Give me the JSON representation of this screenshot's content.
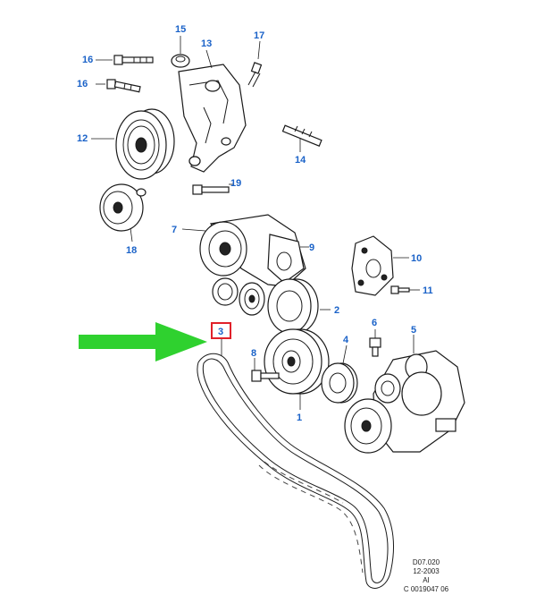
{
  "callouts": {
    "c1": "1",
    "c2": "2",
    "c3": "3",
    "c4": "4",
    "c5": "5",
    "c6": "6",
    "c7": "7",
    "c8": "8",
    "c9": "9",
    "c10": "10",
    "c11": "11",
    "c12": "12",
    "c13": "13",
    "c14": "14",
    "c15": "15",
    "c16a": "16",
    "c16b": "16",
    "c17": "17",
    "c18": "18",
    "c19": "19"
  },
  "footer": {
    "ref": "D07.020",
    "date": "12-2003",
    "code": "AI",
    "doc": "C 0019047 06"
  },
  "colors": {
    "callout": "#1a62c8",
    "highlight_box": "#e0202a",
    "arrow": "#2fd12f"
  },
  "highlighted_callout": "3"
}
